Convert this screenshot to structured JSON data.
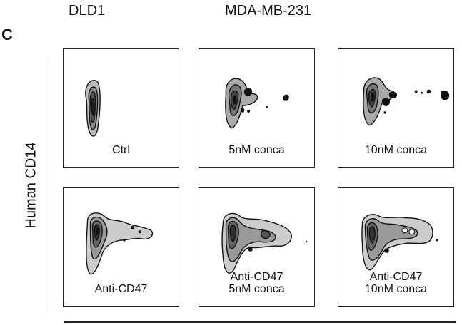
{
  "headers": {
    "left": "DLD1",
    "right": "MDA-MB-231"
  },
  "panel_letter": "C",
  "y_axis_label": "Human CD14",
  "plots": [
    {
      "label_line1": "Ctrl",
      "label_line2": ""
    },
    {
      "label_line1": "5nM conca",
      "label_line2": ""
    },
    {
      "label_line1": "10nM conca",
      "label_line2": ""
    },
    {
      "label_line1": "Anti-CD47",
      "label_line2": ""
    },
    {
      "label_line1": "Anti-CD47",
      "label_line2": "5nM conca"
    },
    {
      "label_line1": "Anti-CD47",
      "label_line2": "10nM conca"
    }
  ]
}
